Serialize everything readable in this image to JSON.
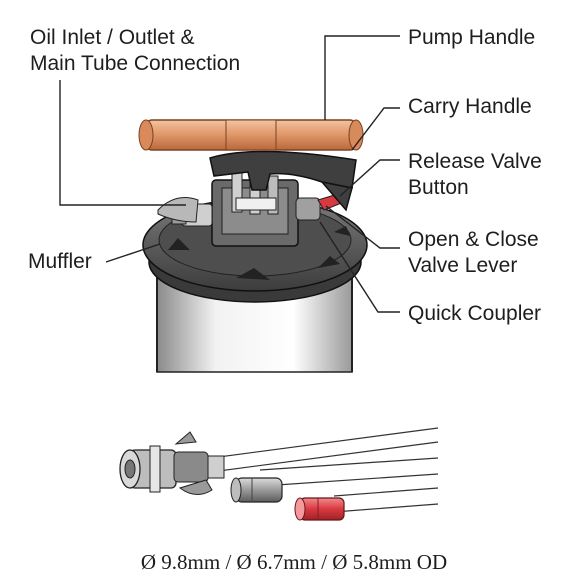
{
  "labels": {
    "oil_inlet": [
      "Oil Inlet / Outlet &",
      "Main Tube Connection"
    ],
    "pump_handle": "Pump Handle",
    "carry_handle": "Carry Handle",
    "release_valve": [
      "Release Valve",
      "Button"
    ],
    "open_close": [
      "Open & Close",
      "Valve Lever"
    ],
    "muffler": "Muffler",
    "quick_coupler": "Quick Coupler"
  },
  "caption": "Ø 9.8mm / Ø 6.7mm / Ø 5.8mm  OD",
  "colors": {
    "pump_handle": "#e29a6c",
    "body": "#5a5a5a",
    "red_adapter": "#d8393f",
    "grey_adapter": "#8c8c8c",
    "leader": "#222222"
  }
}
